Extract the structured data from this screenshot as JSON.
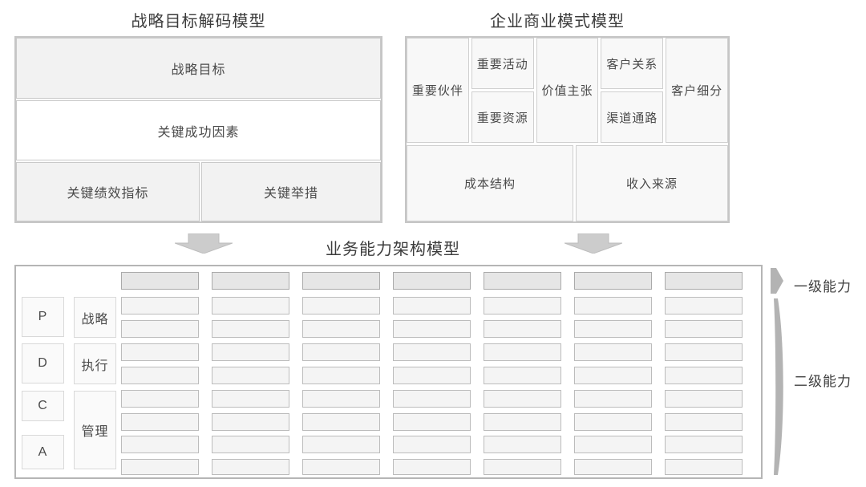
{
  "strategy_model": {
    "title": "战略目标解码模型",
    "strategic_goal": "战略目标",
    "key_success_factors": "关键成功因素",
    "kpi": "关键绩效指标",
    "key_initiatives": "关键举措"
  },
  "business_model": {
    "title": "企业商业模式模型",
    "key_partners": "重要伙伴",
    "key_activities": "重要活动",
    "key_resources": "重要资源",
    "value_proposition": "价值主张",
    "customer_relationships": "客户关系",
    "channels": "渠道通路",
    "customer_segments": "客户细分",
    "cost_structure": "成本结构",
    "revenue_streams": "收入来源"
  },
  "capability_model": {
    "title": "业务能力架构模型",
    "pdca": [
      "P",
      "D",
      "C",
      "A"
    ],
    "categories": [
      "战略",
      "执行",
      "管理"
    ],
    "level1_label": "一级能力",
    "level2_label": "二级能力",
    "grid": {
      "columns": 7,
      "header_rows": 1,
      "body_rows": 8
    }
  },
  "colors": {
    "header_box_fill": "#e6e6e6",
    "body_box_fill": "#f4f4f4",
    "cell_fill": "#f2f2f2",
    "arrow_fill": "#cccccc",
    "legend_shape_fill": "#b3b3b3",
    "border_gray": "#c6c6c6",
    "text_gray": "#4a4a4a"
  }
}
